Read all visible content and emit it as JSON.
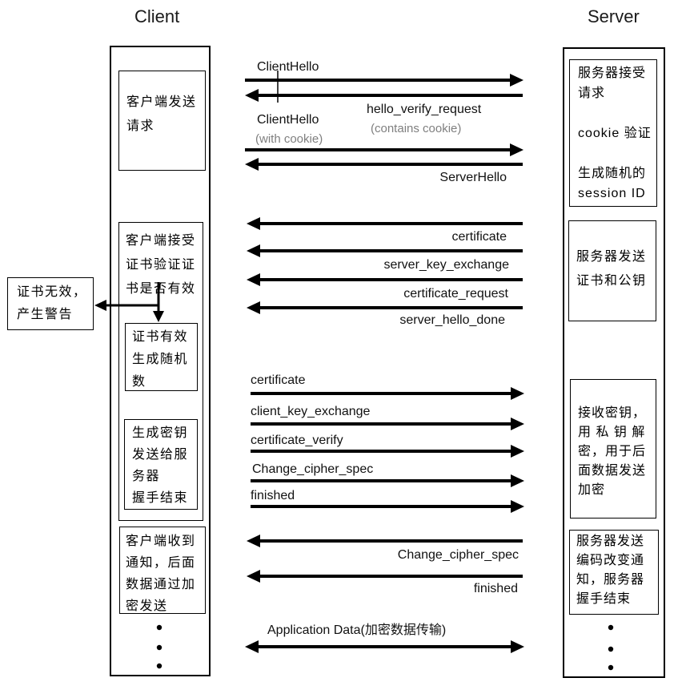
{
  "client": {
    "title": "Client",
    "send_request": [
      "客户端发送",
      "请求"
    ],
    "accept_cert": [
      "客户端接受",
      "证书验证证",
      "书是否有效"
    ],
    "cert_valid": [
      "证书有效",
      "生成随机",
      "数"
    ],
    "gen_key": [
      "生成密钥",
      "发送给服",
      "务器",
      "握手结束"
    ],
    "received_notice": [
      "客户端收到",
      "通知，后面",
      "数据通过加",
      "密发送"
    ]
  },
  "warning": [
    "证书无效，",
    "产生警告"
  ],
  "server": {
    "title": "Server",
    "accept_request": [
      "服务器接受",
      "请求",
      "",
      "cookie 验证",
      "",
      "生成随机的",
      "session ID"
    ],
    "send_cert": [
      "服务器发送",
      "证书和公钥"
    ],
    "receive_key": [
      "接收密钥，",
      "用 私 钥 解",
      "密，用于后",
      "面数据发送",
      "加密"
    ],
    "send_ccs": [
      "服务器发送",
      "编码改变通",
      "知，服务器",
      "握手结束"
    ]
  },
  "messages": {
    "client_hello_1": "ClientHello",
    "hello_verify_request": "hello_verify_request",
    "hello_verify_note": "(contains cookie)",
    "client_hello_2": "ClientHello",
    "client_hello_2_note": "(with cookie)",
    "server_hello": "ServerHello",
    "certificate_s": "certificate",
    "server_key_exchange": "server_key_exchange",
    "certificate_request": "certificate_request",
    "server_hello_done": "server_hello_done",
    "certificate_c": "certificate",
    "client_key_exchange": "client_key_exchange",
    "certificate_verify": "certificate_verify",
    "change_cipher_spec_c": "Change_cipher_spec",
    "finished_c": "finished",
    "change_cipher_spec_s": "Change_cipher_spec",
    "finished_s": "finished",
    "application_data": "Application Data(加密数据传输)"
  },
  "colors": {
    "ink": "#000000",
    "muted": "#7f7f7f"
  }
}
